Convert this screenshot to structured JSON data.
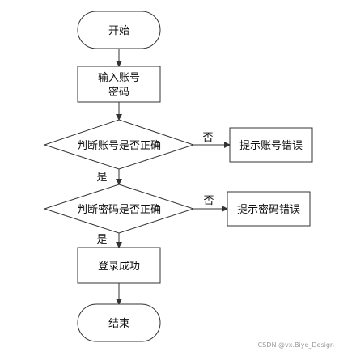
{
  "diagram": {
    "nodes": {
      "start": {
        "lines": [
          "开始"
        ]
      },
      "input": {
        "lines": [
          "输入账号",
          "密码"
        ]
      },
      "check_account": {
        "lines": [
          "判断账号是否正确"
        ]
      },
      "account_error": {
        "lines": [
          "提示账号错误"
        ]
      },
      "check_password": {
        "lines": [
          "判断密码是否正确"
        ]
      },
      "password_error": {
        "lines": [
          "提示密码错误"
        ]
      },
      "login_success": {
        "lines": [
          "登录成功"
        ]
      },
      "end": {
        "lines": [
          "结束"
        ]
      }
    },
    "edges": {
      "account_no": "否",
      "account_yes": "是",
      "password_no": "否",
      "password_yes": "是"
    }
  },
  "watermark": "CSDN @vx.Biye_Design"
}
